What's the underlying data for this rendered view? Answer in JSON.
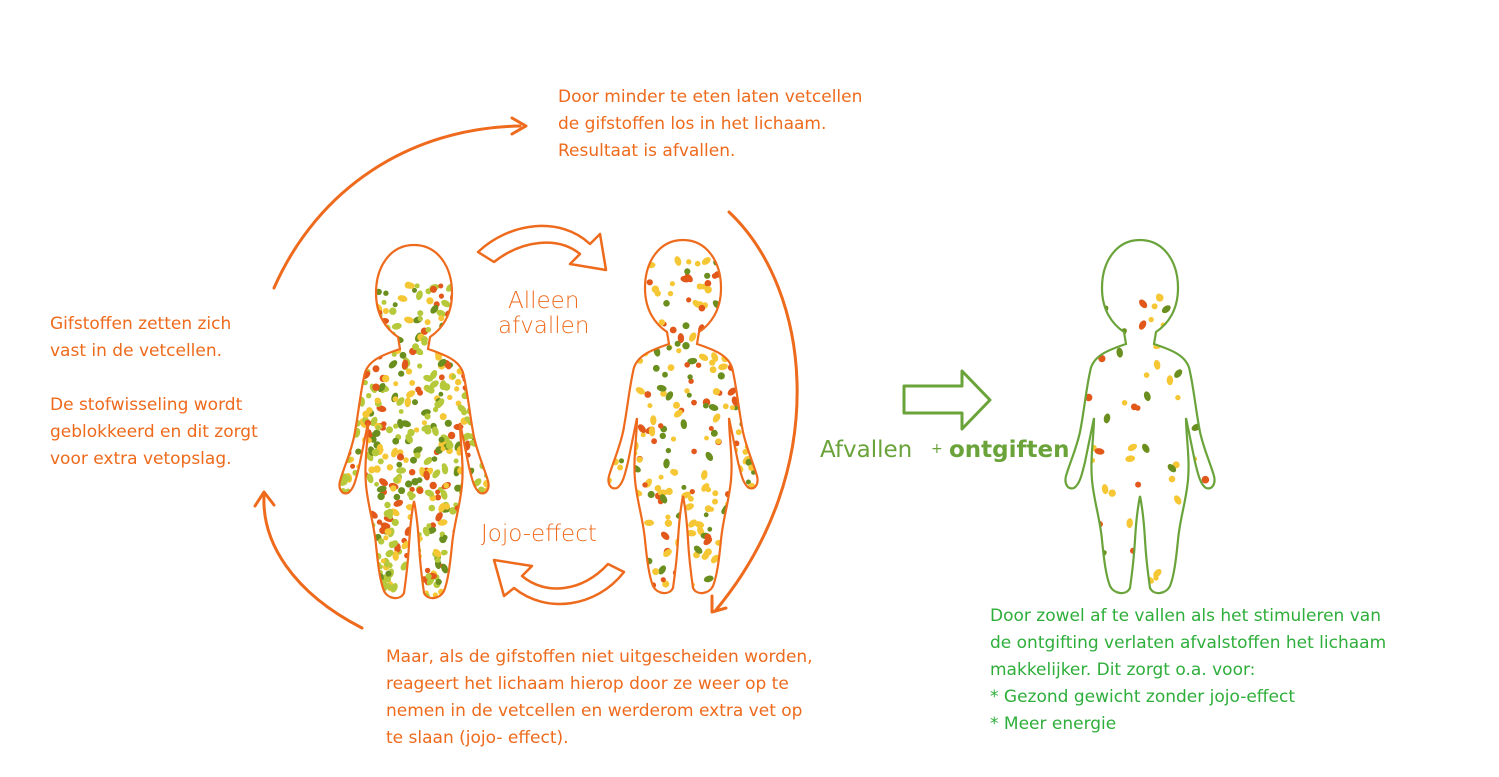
{
  "colors": {
    "orange": "#ee6a1c",
    "green": "#6aa33a",
    "text_green": "#2eae3a",
    "dot_yellow": "#f6c735",
    "dot_orange": "#e2571a",
    "dot_green": "#6b8f1e",
    "dot_lime": "#b6c93a"
  },
  "top_text": [
    "Door minder te eten laten vetcellen",
    "de gifstoffen los in het lichaam.",
    "Resultaat is afvallen."
  ],
  "left_text": {
    "para1": [
      "Gifstoffen zetten zich",
      "vast in de vetcellen."
    ],
    "para2": [
      "De stofwisseling wordt",
      "geblokkeerd en dit zorgt",
      "voor extra vetopslag."
    ]
  },
  "bottom_text": [
    "Maar, als de gifstoffen niet uitgescheiden worden,",
    "reageert het lichaam hierop door ze weer op te",
    "nemen in de vetcellen en werderom extra vet op",
    "te slaan (jojo- effect)."
  ],
  "right_text": [
    "Door zowel af te vallen als het stimuleren van",
    "de ontgifting verlaten afvalstoffen het lichaam",
    "makkelijker. Dit zorgt o.a. voor:",
    "* Gezond gewicht zonder jojo-effect",
    "* Meer energie"
  ],
  "labels": {
    "alleen": "Alleen",
    "afvallen": "afvallen",
    "jojo": "Jojo-effect",
    "afvallen_plus": "Afvallen",
    "plus": "+",
    "ontgiften": "ontgiften"
  },
  "icons": {
    "big_cycle": "circular-arrow-icon",
    "forward": "curved-arrow-right-icon",
    "back": "curved-arrow-left-icon",
    "result": "block-arrow-right-icon",
    "body": "human-silhouette-icon"
  }
}
